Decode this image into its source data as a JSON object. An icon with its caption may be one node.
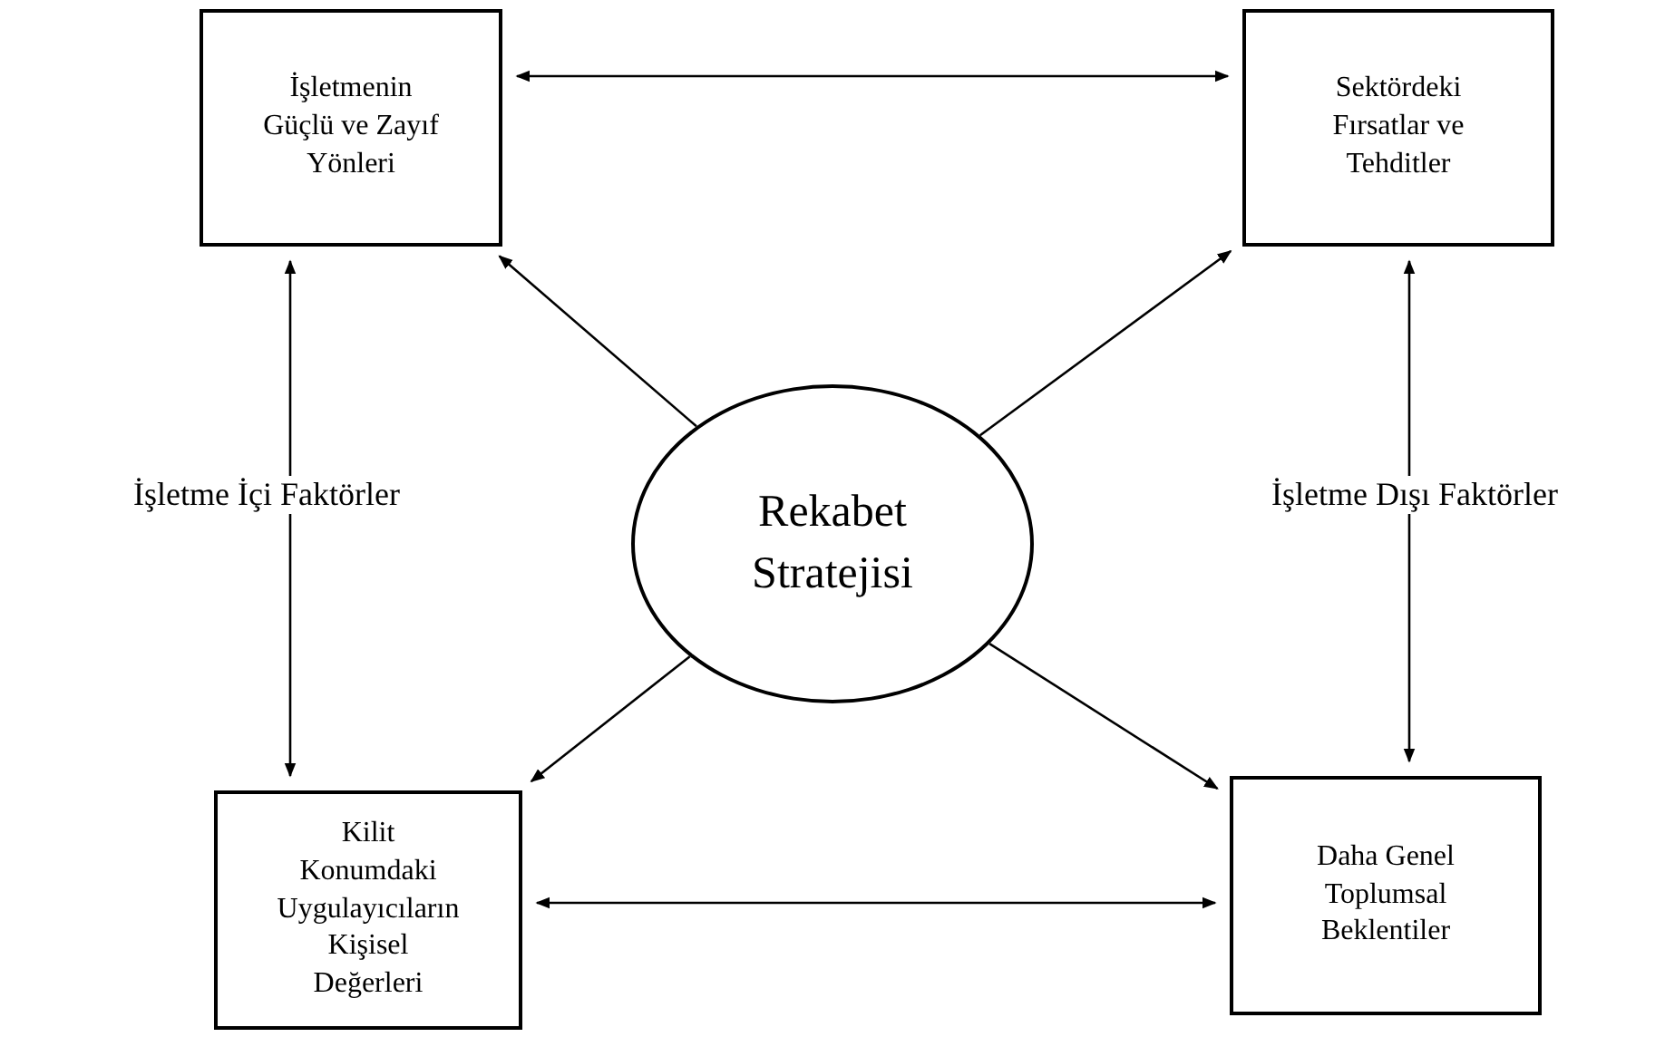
{
  "diagram": {
    "nodes": [
      {
        "text": [
          "İşletmenin Güçlü ve Zayıf Yönleri"
        ]
      },
      {
        "text": [
          "Sektördeki Fırsatlar ve Tehditler"
        ]
      },
      {
        "text": [
          "Rekabet Stratejisi"
        ]
      },
      {
        "text": [
          "Kilit Konumdaki Uygulayıcıların Kişisel Değerleri"
        ]
      },
      {
        "text": [
          "Daha Genel Toplumsal Beklentiler"
        ]
      }
    ],
    "edges": [
      {
        "from": 0,
        "to": 1,
        "arrow": "both"
      },
      {
        "from": 0,
        "to": 3,
        "arrow": "both",
        "label": "İşletme İçi Faktörler"
      },
      {
        "from": 1,
        "to": 4,
        "arrow": "both",
        "label": "İşletme Dışı Faktörler"
      },
      {
        "from": 3,
        "to": 4,
        "arrow": "both"
      },
      {
        "from": 2,
        "to": 0,
        "arrow": "to"
      },
      {
        "from": 2,
        "to": 1,
        "arrow": "to"
      },
      {
        "from": 2,
        "to": 3,
        "arrow": "to"
      },
      {
        "from": 2,
        "to": 4,
        "arrow": "to"
      }
    ]
  }
}
